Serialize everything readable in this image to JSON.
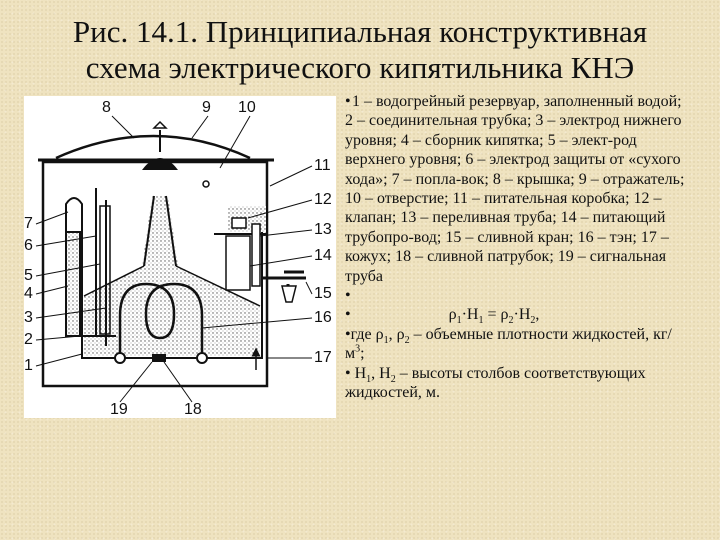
{
  "title": {
    "line1": "Рис. 14.1. Принципиальная конструктивная",
    "line2": "схема электрического кипятильника КНЭ"
  },
  "callouts": {
    "c1": "1",
    "c2": "2",
    "c3": "3",
    "c4": "4",
    "c5": "5",
    "c6": "6",
    "c7": "7",
    "c8": "8",
    "c9": "9",
    "c10": "10",
    "c11": "11",
    "c12": "12",
    "c13": "13",
    "c14": "14",
    "c15": "15",
    "c16": "16",
    "c17": "17",
    "c18": "18",
    "c19": "19"
  },
  "description": {
    "bullet": "•",
    "legend": "1 – водогрейный резервуар, заполненный водой; 2 – соединительная трубка; 3 – электрод нижнего уровня; 4 – сборник кипятка; 5 – элект-род верхнего уровня; 6 – электрод защиты от «сухого хода»; 7 – попла-вок; 8 – крышка; 9 – отражатель; 10 – отверстие; 11 – питательная коробка; 12 – клапан; 13 – переливная труба; 14 – питающий трубопро-вод; 15 – сливной кран; 16 – тэн; 17 – кожух; 18 – сливной патрубок; 19 – сигнальная труба",
    "formula": {
      "rho": "ρ",
      "sub1": "1",
      "mid1": "·H",
      "sub1b": "1",
      "eq": " = ρ",
      "sub2": "2",
      "mid2": "·H",
      "sub2b": "2",
      "end": ","
    },
    "where": {
      "prefix": "где ρ",
      "s1": "1",
      "mid": ", ρ",
      "s2": "2",
      "text": " – объемные плотности жидкостей, кг/м",
      "sup": "3",
      "end": ";"
    },
    "heights": {
      "h": "H",
      "s1": "1",
      "mid": ", H",
      "s2": "2",
      "text": " – высоты столбов соответствующих жидкостей, м."
    }
  },
  "colors": {
    "background": "#efe3c0",
    "line": "#111111",
    "water": "#d9d9d9"
  }
}
